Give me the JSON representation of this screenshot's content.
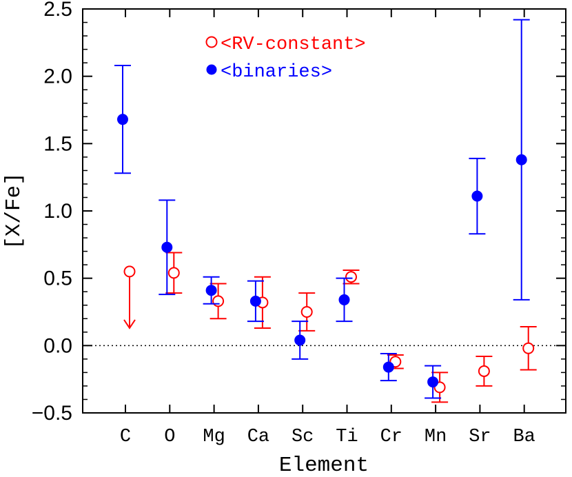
{
  "chart_data": {
    "type": "scatter",
    "xlabel": "Element",
    "ylabel": "[X/Fe]",
    "categories": [
      "C",
      "O",
      "Mg",
      "Ca",
      "Sc",
      "Ti",
      "Cr",
      "Mn",
      "Sr",
      "Ba"
    ],
    "ylim": [
      -0.5,
      2.5
    ],
    "yticks": [
      "2.5",
      "2.0",
      "1.5",
      "1.0",
      "0.5",
      "0.0",
      "−0.5"
    ],
    "ytick_values": [
      2.5,
      2.0,
      1.5,
      1.0,
      0.5,
      0.0,
      -0.5
    ],
    "reference_line": {
      "y": 0.0,
      "style": "dotted"
    },
    "grid": false,
    "legend_position": "top-center",
    "series": [
      {
        "name": "<RV-constant>",
        "marker": "open-circle",
        "color": "#ff0000",
        "points": [
          {
            "category": "C",
            "y": 0.55,
            "upper_limit": true
          },
          {
            "category": "O",
            "y": 0.54,
            "err_low": 0.15,
            "err_high": 0.15
          },
          {
            "category": "Mg",
            "y": 0.33,
            "err_low": 0.13,
            "err_high": 0.13
          },
          {
            "category": "Ca",
            "y": 0.32,
            "err_low": 0.19,
            "err_high": 0.19
          },
          {
            "category": "Sc",
            "y": 0.25,
            "err_low": 0.14,
            "err_high": 0.14
          },
          {
            "category": "Ti",
            "y": 0.51,
            "err_low": 0.05,
            "err_high": 0.05
          },
          {
            "category": "Cr",
            "y": -0.12,
            "err_low": 0.05,
            "err_high": 0.05
          },
          {
            "category": "Mn",
            "y": -0.31,
            "err_low": 0.11,
            "err_high": 0.11
          },
          {
            "category": "Sr",
            "y": -0.19,
            "err_low": 0.11,
            "err_high": 0.11
          },
          {
            "category": "Ba",
            "y": -0.02,
            "err_low": 0.16,
            "err_high": 0.16
          }
        ]
      },
      {
        "name": "<binaries>",
        "marker": "filled-circle",
        "color": "#0000ff",
        "points": [
          {
            "category": "C",
            "y": 1.68,
            "err_low": 0.4,
            "err_high": 0.4
          },
          {
            "category": "O",
            "y": 0.73,
            "err_low": 0.35,
            "err_high": 0.35
          },
          {
            "category": "Mg",
            "y": 0.41,
            "err_low": 0.1,
            "err_high": 0.1
          },
          {
            "category": "Ca",
            "y": 0.33,
            "err_low": 0.15,
            "err_high": 0.15
          },
          {
            "category": "Sc",
            "y": 0.04,
            "err_low": 0.14,
            "err_high": 0.14
          },
          {
            "category": "Ti",
            "y": 0.34,
            "err_low": 0.16,
            "err_high": 0.16
          },
          {
            "category": "Cr",
            "y": -0.16,
            "err_low": 0.1,
            "err_high": 0.1
          },
          {
            "category": "Mn",
            "y": -0.27,
            "err_low": 0.12,
            "err_high": 0.12
          },
          {
            "category": "Sr",
            "y": 1.11,
            "err_low": 0.28,
            "err_high": 0.28
          },
          {
            "category": "Ba",
            "y": 1.38,
            "err_low": 1.04,
            "err_high": 1.04
          }
        ]
      }
    ]
  }
}
